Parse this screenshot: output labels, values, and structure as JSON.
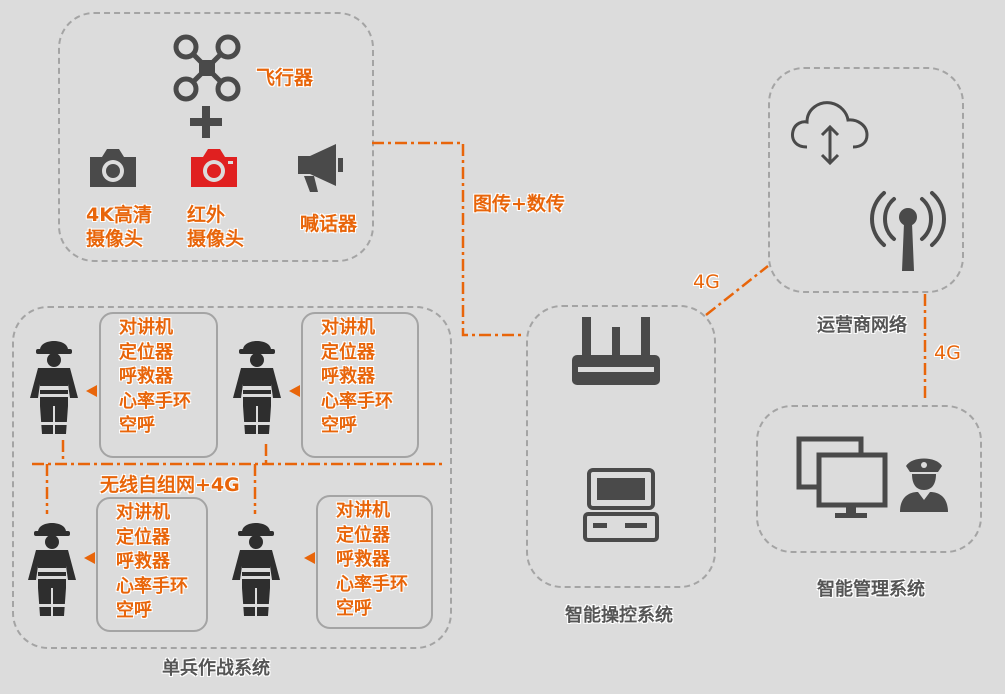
{
  "aircraft_group": {
    "drone_label": "飞行器",
    "camera_4k_label": "4K高清\n摄像头",
    "camera_ir_label": "红外\n摄像头",
    "megaphone_label": "喊话器"
  },
  "links": {
    "image_data_label": "图传+数传",
    "link_4g_upper": "4G",
    "link_4g_right": "4G",
    "wireless_label": "无线自组网+4G"
  },
  "carrier_network": {
    "label": "运营商网络"
  },
  "control_system": {
    "label": "智能操控系统"
  },
  "management_system": {
    "label": "智能管理系统"
  },
  "soldier_system": {
    "label": "单兵作战系统",
    "devices": [
      [
        "对讲机",
        "定位器",
        "呼救器",
        "心率手环",
        "空呼"
      ],
      [
        "对讲机",
        "定位器",
        "呼救器",
        "心率手环",
        "空呼"
      ],
      [
        "对讲机",
        "定位器",
        "呼救器",
        "心率手环",
        "空呼"
      ],
      [
        "对讲机",
        "定位器",
        "呼救器",
        "心率手环",
        "空呼"
      ]
    ]
  },
  "colors": {
    "accent": "#e8650a",
    "icon": "#4a4a4a",
    "red": "#e02020",
    "dash": "#a4a4a4"
  }
}
